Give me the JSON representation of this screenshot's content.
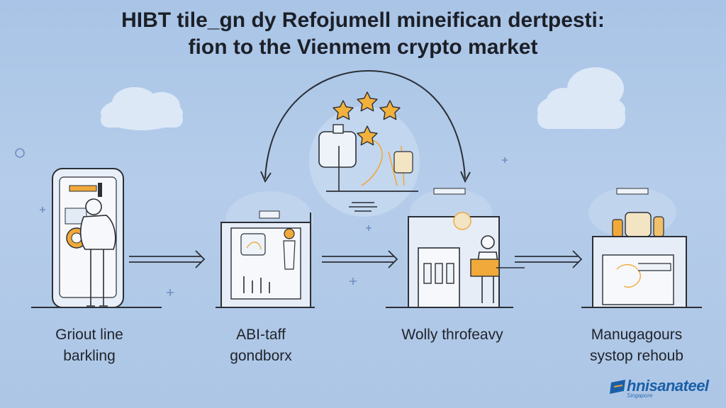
{
  "title": {
    "line1": "HIBT tile_gn dy Refojumell mineifican dertpesti:",
    "line2": "fion to the Vienmem crypto market"
  },
  "steps": [
    {
      "line1": "Griout line",
      "line2": "barkling"
    },
    {
      "line1": "ABI-taff",
      "line2": "gondborx"
    },
    {
      "line1": "Wolly throfeavy",
      "line2": ""
    },
    {
      "line1": "Manugagours",
      "line2": "systop rehoub"
    }
  ],
  "brand": {
    "name": "hnisanateel",
    "tagline": "Singapore"
  },
  "colors": {
    "background": "#b0c9e8",
    "line": "#2b2f36",
    "accent_orange": "#f0a93a",
    "star": "#f2b13d",
    "cloud": "#dce8f6",
    "brand": "#1a5fa8"
  },
  "icons": [
    "phone-icon",
    "arrow-right-icon",
    "factory-icon",
    "star-icon",
    "cycle-arrow-icon",
    "person-icon",
    "cloud-icon",
    "sparkle-icon"
  ]
}
